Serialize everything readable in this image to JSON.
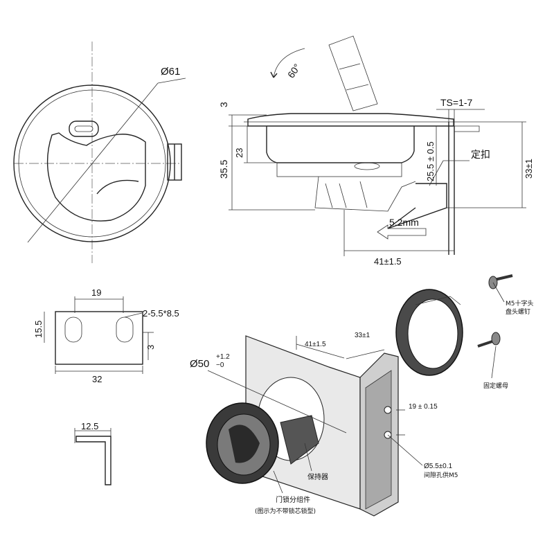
{
  "front_view": {
    "diameter_label": "Ø61"
  },
  "side_view": {
    "angle_label": "60°",
    "thickness_label": "TS=1-7",
    "dim_3": "3",
    "dim_23": "23",
    "dim_35_5": "35.5",
    "dim_25_5": "25.5 ± 0.5",
    "dim_33": "33±1",
    "clip_label": "定扣",
    "travel_label": "5.2mm",
    "depth_label": "41±1.5"
  },
  "cutout_view": {
    "dim_19": "19",
    "slot_label": "2-5.5*8.5",
    "dim_15_5": "15.5",
    "dim_3": "3",
    "dim_32": "32"
  },
  "bracket_view": {
    "dim_12_5": "12.5"
  },
  "assembly_view": {
    "hole_diameter": "Ø50",
    "hole_tol_upper": "+1.2",
    "hole_tol_lower": "−0",
    "depth_label": "41±1.5",
    "dim_33": "33±1",
    "screw_label_line1": "M5十字头",
    "screw_label_line2": "盘头螺钉",
    "nut_label": "固定螺母",
    "spacing_label": "19 ± 0.15",
    "hole_label_line1": "Ø5.5±0.1",
    "hole_label_line2": "间隙孔供M5",
    "retainer_label": "保持器",
    "lock_label_line1": "门锁分组件",
    "lock_label_line2": "(图示为不带锁芯锁型)"
  }
}
